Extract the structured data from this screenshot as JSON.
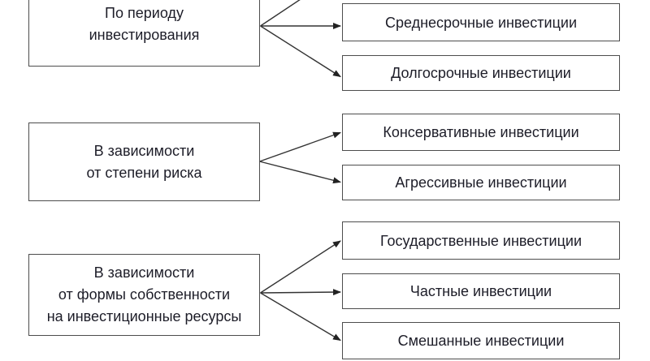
{
  "palette": {
    "background": "#ffffff",
    "text": "#1d1d28",
    "box_border": "#4d4d4d",
    "arrow": "#333333"
  },
  "diagram": {
    "description_language": "ru",
    "groups": [
      {
        "category_lines": [
          "По периоду",
          "инвестирования"
        ],
        "targets": [
          "Среднесрочные инвестиции",
          "Долгосрочные инвестиции"
        ]
      },
      {
        "category_lines": [
          "В зависимости",
          "от степени риска"
        ],
        "targets": [
          "Консервативные инвестиции",
          "Агрессивные инвестиции"
        ]
      },
      {
        "category_lines": [
          "В зависимости",
          "от формы собственности",
          "на инвестиционные ресурсы"
        ],
        "targets": [
          "Государственные инвестиции",
          "Частные инвестиции",
          "Смешанные инвестиции"
        ]
      }
    ]
  }
}
